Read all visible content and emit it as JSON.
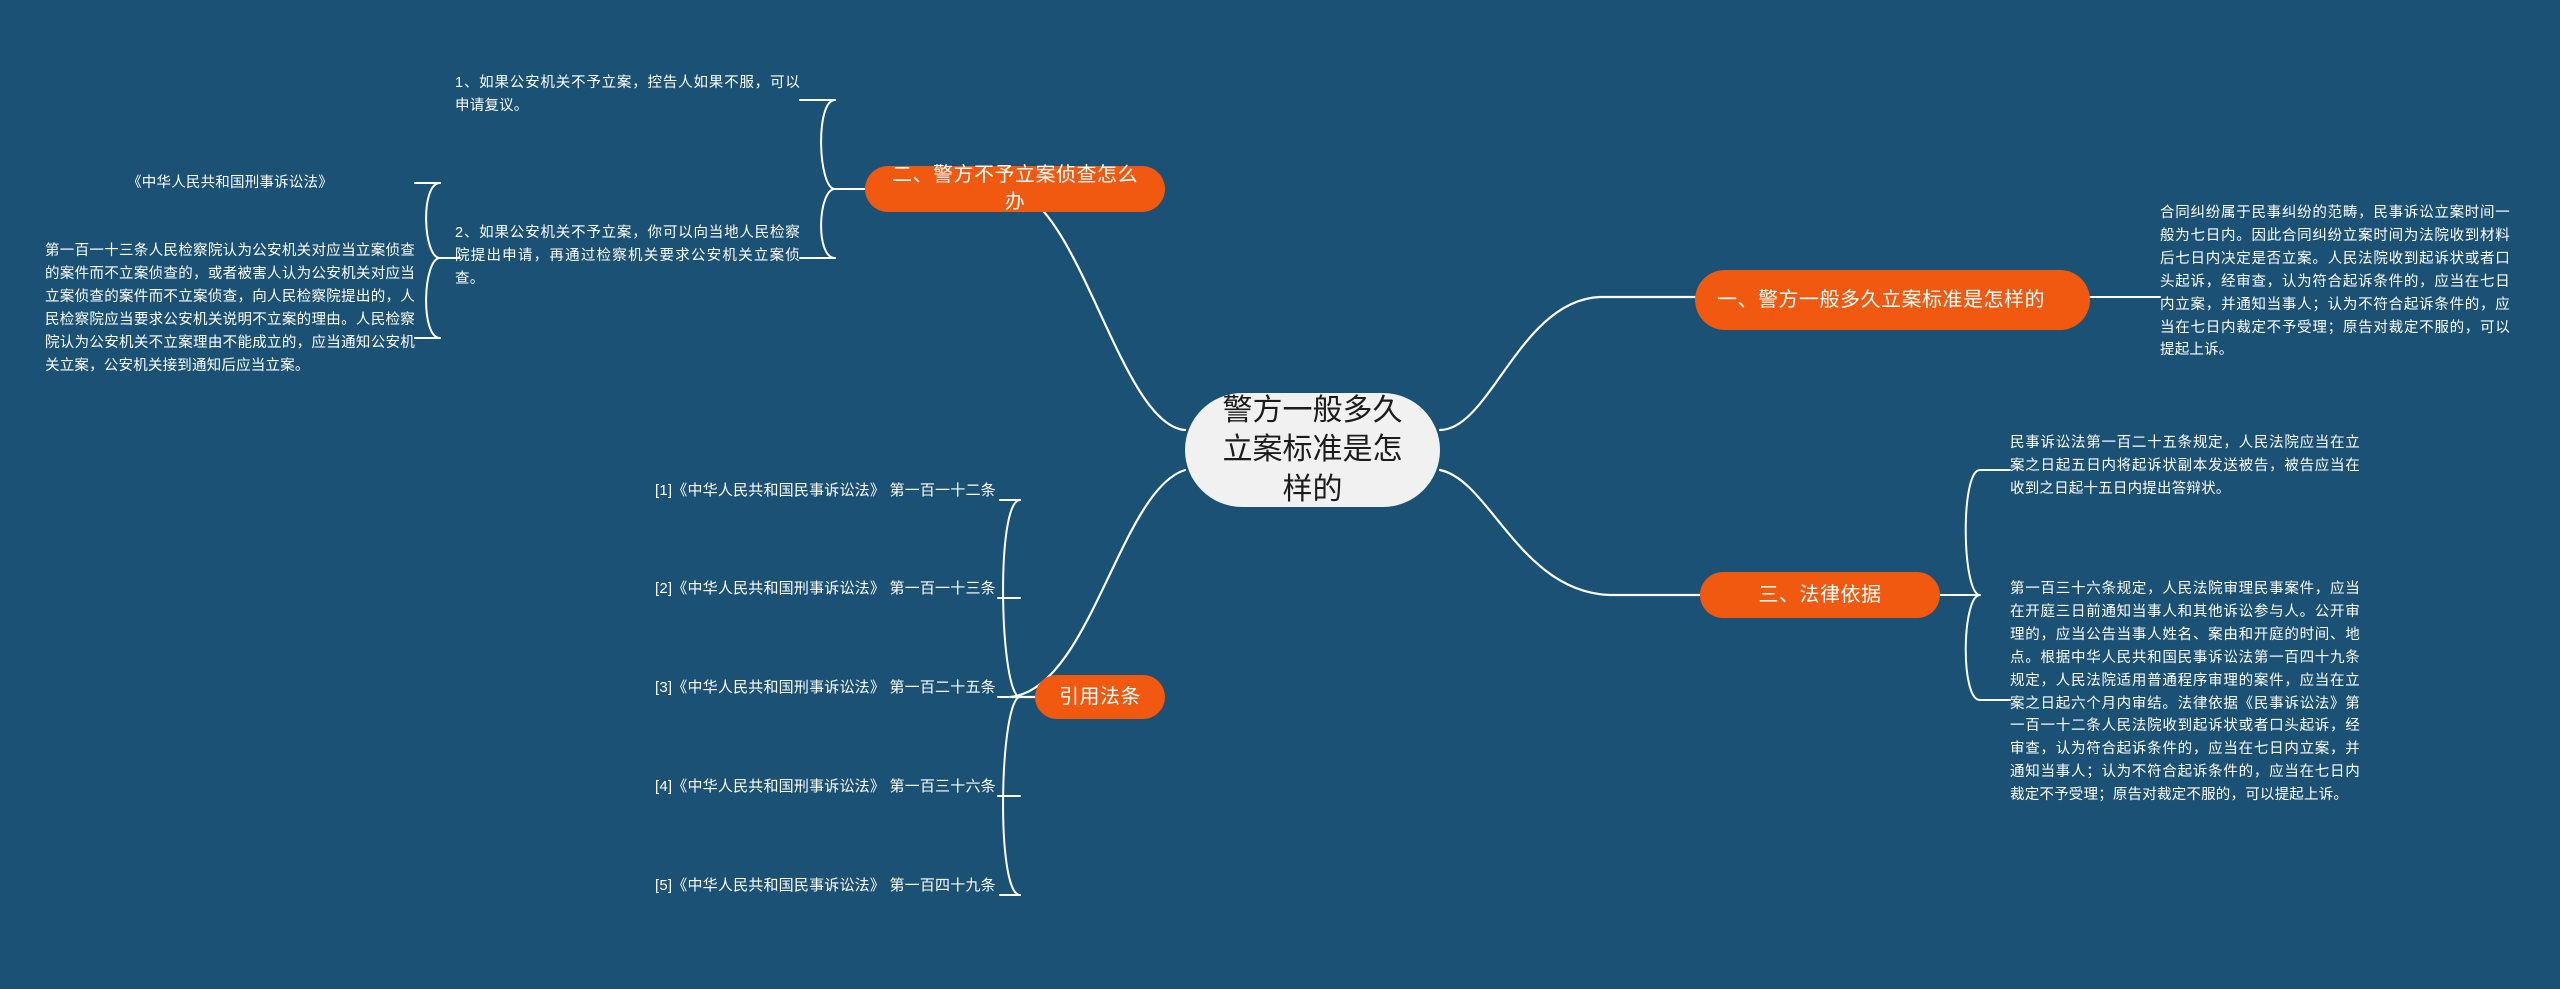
{
  "theme": {
    "background_color": "#1a5175",
    "accent_color": "#f0590f",
    "root_bg_color": "#f1f1f1",
    "text_color": "#ffffff"
  },
  "root": {
    "label": "警方一般多久立案标准是怎样的"
  },
  "branches": {
    "topic_one": {
      "label": "一、警方一般多久立案标准是怎样的",
      "detail": "合同纠纷属于民事纠纷的范畴，民事诉讼立案时间一般为七日内。因此合同纠纷立案时间为法院收到材料后七日内决定是否立案。人民法院收到起诉状或者口头起诉，经审查，认为符合起诉条件的，应当在七日内立案，并通知当事人；认为不符合起诉条件的，应当在七日内裁定不予受理；原告对裁定不服的，可以提起上诉。"
    },
    "topic_two": {
      "label": "二、警方不予立案侦查怎么办",
      "points": [
        "1、如果公安机关不予立案，控告人如果不服，可以申请复议。",
        "2、如果公安机关不予立案，你可以向当地人民检察院提出申请，再通过检察机关要求公安机关立案侦查。"
      ],
      "law_title": "《中华人民共和国刑事诉讼法》",
      "law_body": "第一百一十三条人民检察院认为公安机关对应当立案侦查的案件而不立案侦查的，或者被害人认为公安机关对应当立案侦查的案件而不立案侦查，向人民检察院提出的，人民检察院应当要求公安机关说明不立案的理由。人民检察院认为公安机关不立案理由不能成立的，应当通知公安机关立案，公安机关接到通知后应当立案。"
    },
    "topic_three": {
      "label": "三、法律依据",
      "detail_one": "民事诉讼法第一百二十五条规定，人民法院应当在立案之日起五日内将起诉状副本发送被告，被告应当在收到之日起十五日内提出答辩状。",
      "detail_two": "第一百三十六条规定，人民法院审理民事案件，应当在开庭三日前通知当事人和其他诉讼参与人。公开审理的，应当公告当事人姓名、案由和开庭的时间、地点。根据中华人民共和国民事诉讼法第一百四十九条规定，人民法院适用普通程序审理的案件，应当在立案之日起六个月内审结。法律依据《民事诉讼法》第一百一十二条人民法院收到起诉状或者口头起诉，经审查，认为符合起诉条件的，应当在七日内立案，并通知当事人；认为不符合起诉条件的，应当在七日内裁定不予受理；原告对裁定不服的，可以提起上诉。"
    },
    "citations": {
      "label": "引用法条",
      "items": [
        "[1]《中华人民共和国民事诉讼法》 第一百一十二条",
        "[2]《中华人民共和国刑事诉讼法》 第一百一十三条",
        "[3]《中华人民共和国刑事诉讼法》 第一百二十五条",
        "[4]《中华人民共和国刑事诉讼法》 第一百三十六条",
        "[5]《中华人民共和国民事诉讼法》 第一百四十九条"
      ]
    }
  }
}
